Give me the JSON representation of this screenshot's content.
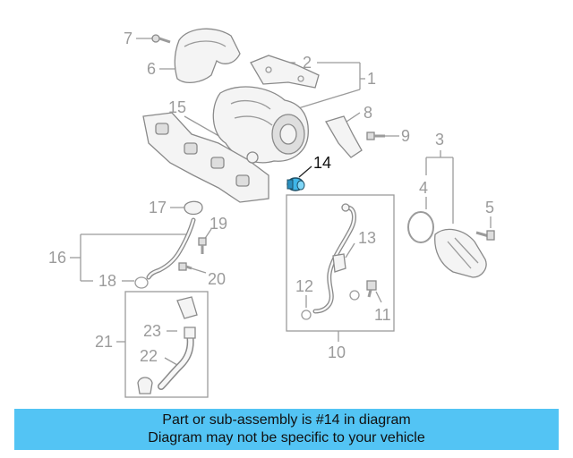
{
  "callouts": [
    "1",
    "2",
    "3",
    "4",
    "5",
    "6",
    "7",
    "8",
    "9",
    "10",
    "11",
    "12",
    "13",
    "14",
    "15",
    "16",
    "17",
    "18",
    "19",
    "20",
    "21",
    "22",
    "23"
  ],
  "highlighted_callout": "14",
  "colors": {
    "banner": "#53c4f4",
    "highlight_part": "#3fb6e8",
    "line": "#9b9b9b"
  },
  "banner": {
    "line1": "Part or sub-assembly is #14 in diagram",
    "line2": "Diagram may not be specific to your vehicle"
  }
}
